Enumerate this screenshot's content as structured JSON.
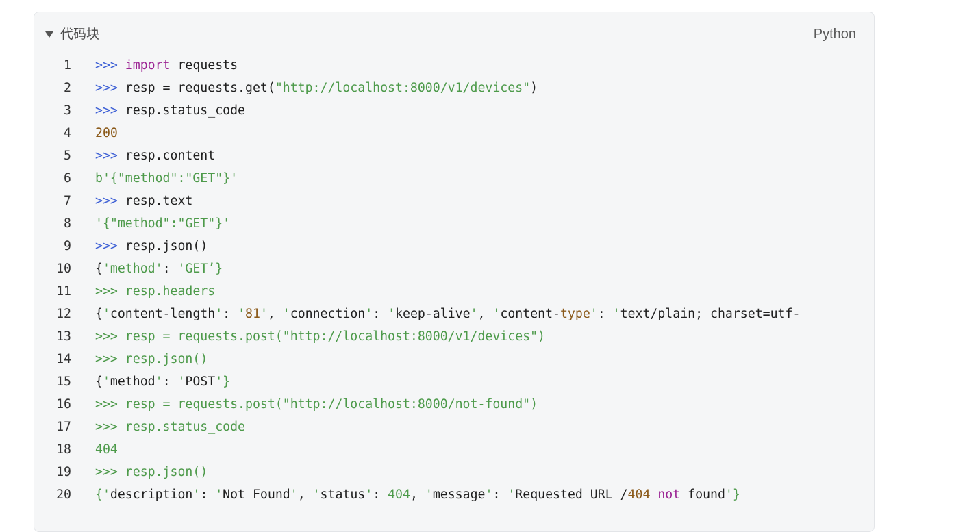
{
  "header": {
    "title": "代码块",
    "language": "Python"
  },
  "colors": {
    "background": "#f5f6f7",
    "prompt": "#4062d6",
    "keyword": "#9b2393",
    "string": "#4d9a4a",
    "number": "#8b5a1a",
    "text": "#1f1f1f"
  },
  "lines": [
    {
      "n": "1",
      "tokens": [
        [
          "prompt",
          ">>> "
        ],
        [
          "kw",
          "import"
        ],
        [
          "pl",
          " requests"
        ]
      ]
    },
    {
      "n": "2",
      "tokens": [
        [
          "prompt",
          ">>> "
        ],
        [
          "pl",
          "resp = requests.get("
        ],
        [
          "str",
          "\"http://localhost:8000/v1/devices\""
        ],
        [
          "pl",
          ")"
        ]
      ]
    },
    {
      "n": "3",
      "tokens": [
        [
          "prompt",
          ">>> "
        ],
        [
          "pl",
          "resp.status_code"
        ]
      ]
    },
    {
      "n": "4",
      "tokens": [
        [
          "num",
          "200"
        ]
      ]
    },
    {
      "n": "5",
      "tokens": [
        [
          "prompt",
          ">>> "
        ],
        [
          "pl",
          "resp.content"
        ]
      ]
    },
    {
      "n": "6",
      "tokens": [
        [
          "str",
          "b'{\"method\":\"GET\"}'"
        ]
      ]
    },
    {
      "n": "7",
      "tokens": [
        [
          "prompt",
          ">>> "
        ],
        [
          "pl",
          "resp.text"
        ]
      ]
    },
    {
      "n": "8",
      "tokens": [
        [
          "str",
          "'{\"method\":\"GET\"}'"
        ]
      ]
    },
    {
      "n": "9",
      "tokens": [
        [
          "prompt",
          ">>> "
        ],
        [
          "pl",
          "resp.json()"
        ]
      ]
    },
    {
      "n": "10",
      "tokens": [
        [
          "pl",
          "{"
        ],
        [
          "str",
          "'method'"
        ],
        [
          "pl",
          ": "
        ],
        [
          "str",
          "'GET’}"
        ]
      ]
    },
    {
      "n": "11",
      "tokens": [
        [
          "str",
          ">>> resp.headers"
        ]
      ]
    },
    {
      "n": "12",
      "tokens": [
        [
          "pl",
          "{"
        ],
        [
          "str",
          "'"
        ],
        [
          "pl",
          "content-length"
        ],
        [
          "str",
          "'"
        ],
        [
          "pl",
          ": "
        ],
        [
          "str",
          "'"
        ],
        [
          "num",
          "81"
        ],
        [
          "str",
          "'"
        ],
        [
          "pl",
          ", "
        ],
        [
          "str",
          "'"
        ],
        [
          "pl",
          "connection"
        ],
        [
          "str",
          "'"
        ],
        [
          "pl",
          ": "
        ],
        [
          "str",
          "'"
        ],
        [
          "pl",
          "keep-alive"
        ],
        [
          "str",
          "'"
        ],
        [
          "pl",
          ", "
        ],
        [
          "str",
          "'"
        ],
        [
          "pl",
          "content-"
        ],
        [
          "num",
          "type"
        ],
        [
          "str",
          "'"
        ],
        [
          "pl",
          ": "
        ],
        [
          "str",
          "'"
        ],
        [
          "pl",
          "text/plain; charset=utf-"
        ]
      ]
    },
    {
      "n": "13",
      "tokens": [
        [
          "str",
          ">>> resp = requests.post(\"http://localhost:8000/v1/devices\")"
        ]
      ]
    },
    {
      "n": "14",
      "tokens": [
        [
          "str",
          ">>> resp.json()"
        ]
      ]
    },
    {
      "n": "15",
      "tokens": [
        [
          "pl",
          "{"
        ],
        [
          "str",
          "'"
        ],
        [
          "pl",
          "method"
        ],
        [
          "str",
          "'"
        ],
        [
          "pl",
          ": "
        ],
        [
          "str",
          "'"
        ],
        [
          "pl",
          "POST"
        ],
        [
          "str",
          "'}"
        ]
      ]
    },
    {
      "n": "16",
      "tokens": [
        [
          "str",
          ">>> resp = requests.post(\"http://localhost:8000/not-found\")"
        ]
      ]
    },
    {
      "n": "17",
      "tokens": [
        [
          "str",
          ">>> resp.status_code"
        ]
      ]
    },
    {
      "n": "18",
      "tokens": [
        [
          "str",
          "404"
        ]
      ]
    },
    {
      "n": "19",
      "tokens": [
        [
          "str",
          ">>> resp.json()"
        ]
      ]
    },
    {
      "n": "20",
      "tokens": [
        [
          "str",
          "{'"
        ],
        [
          "pl",
          "description"
        ],
        [
          "str",
          "'"
        ],
        [
          "pl",
          ": "
        ],
        [
          "str",
          "'"
        ],
        [
          "pl",
          "Not Found"
        ],
        [
          "str",
          "'"
        ],
        [
          "pl",
          ", "
        ],
        [
          "str",
          "'"
        ],
        [
          "pl",
          "status"
        ],
        [
          "str",
          "'"
        ],
        [
          "pl",
          ": "
        ],
        [
          "str",
          "404"
        ],
        [
          "pl",
          ", "
        ],
        [
          "str",
          "'"
        ],
        [
          "pl",
          "message"
        ],
        [
          "str",
          "'"
        ],
        [
          "pl",
          ": "
        ],
        [
          "str",
          "'"
        ],
        [
          "pl",
          "Requested URL /"
        ],
        [
          "num",
          "404"
        ],
        [
          "pl",
          " "
        ],
        [
          "kw",
          "not"
        ],
        [
          "pl",
          " found"
        ],
        [
          "str",
          "'}"
        ]
      ]
    }
  ]
}
